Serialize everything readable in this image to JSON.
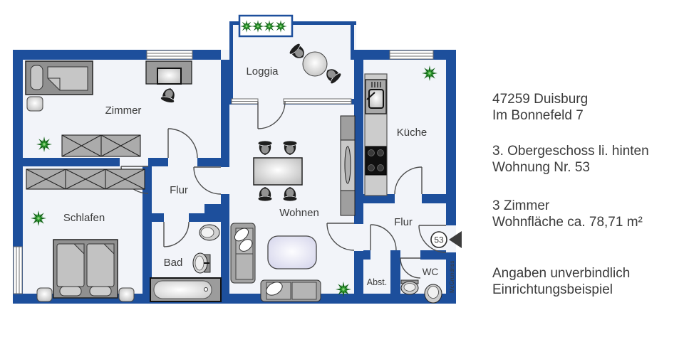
{
  "floorplan": {
    "rooms": {
      "zimmer": "Zimmer",
      "loggia": "Loggia",
      "kueche": "Küche",
      "flur_mitte": "Flur",
      "wohnen": "Wohnen",
      "schlafen": "Schlafen",
      "bad": "Bad",
      "flur_eingang": "Flur",
      "abstellraum": "Abst.",
      "wc": "WC"
    },
    "unit_badge": "53",
    "watermark": "McGrundriss",
    "colors": {
      "wall_blue": "#1d4f9c",
      "floor": "#f2f4f9",
      "plant_green": "#2e9e2e",
      "text": "#3b3b3b"
    }
  },
  "info": {
    "address": [
      "47259 Duisburg",
      "Im Bonnefeld 7"
    ],
    "location": [
      "3. Obergeschoss li. hinten",
      "Wohnung Nr. 53"
    ],
    "details": [
      "3 Zimmer",
      "Wohnfläche ca. 78,71 m²"
    ],
    "disclaimer": [
      "Angaben unverbindlich",
      "Einrichtungsbeispiel"
    ]
  }
}
